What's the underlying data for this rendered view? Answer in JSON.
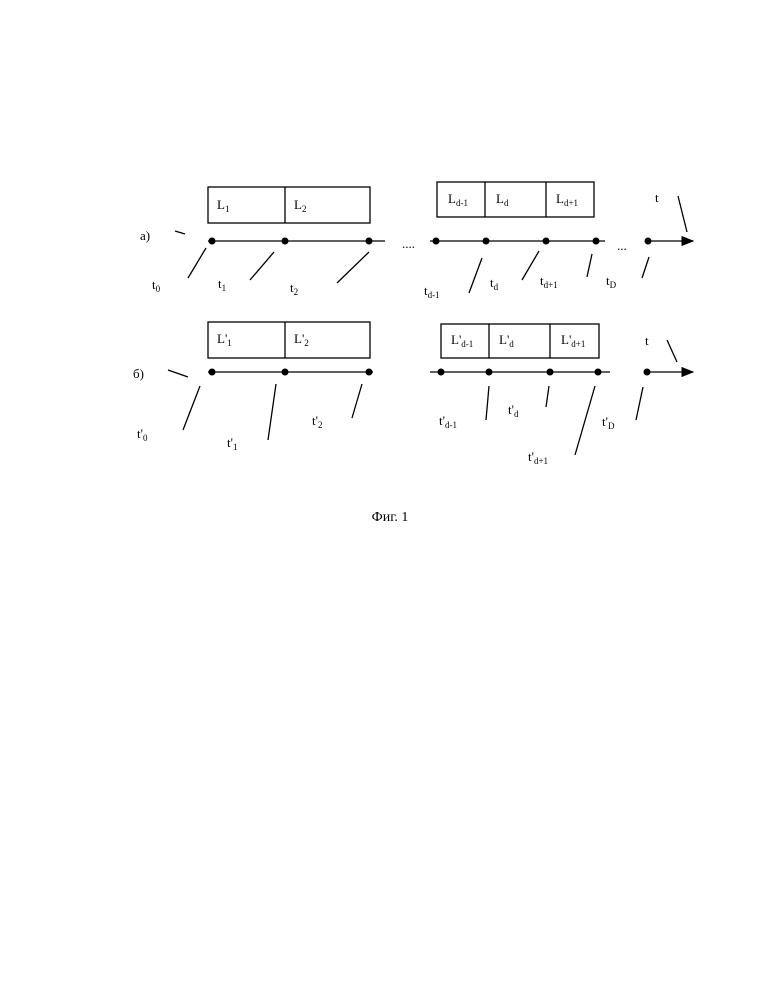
{
  "row_a": {
    "label": "а)",
    "intervals": [
      {
        "base": "L",
        "sub": "1"
      },
      {
        "base": "L",
        "sub": "2"
      },
      {
        "base": "L",
        "sub": "d-1"
      },
      {
        "base": "L",
        "sub": "d"
      },
      {
        "base": "L",
        "sub": "d+1"
      }
    ],
    "points": [
      {
        "base": "t",
        "sub": "0"
      },
      {
        "base": "t",
        "sub": "1"
      },
      {
        "base": "t",
        "sub": "2"
      },
      {
        "base": "t",
        "sub": "d-1"
      },
      {
        "base": "t",
        "sub": "d"
      },
      {
        "base": "t",
        "sub": "d+1"
      },
      {
        "base": "t",
        "sub": "D"
      }
    ],
    "axis_label": "t",
    "ellipsis1": "....",
    "ellipsis2": "..."
  },
  "row_b": {
    "label": "б)",
    "intervals": [
      {
        "base": "L'",
        "sub": "1"
      },
      {
        "base": "L'",
        "sub": "2"
      },
      {
        "base": "L'",
        "sub": "d-1"
      },
      {
        "base": "L'",
        "sub": "d"
      },
      {
        "base": "L'",
        "sub": "d+1"
      }
    ],
    "points": [
      {
        "base": "t'",
        "sub": "0"
      },
      {
        "base": "t'",
        "sub": "1"
      },
      {
        "base": "t'",
        "sub": "2"
      },
      {
        "base": "t'",
        "sub": "d-1"
      },
      {
        "base": "t'",
        "sub": "d"
      },
      {
        "base": "t'",
        "sub": "d+1"
      },
      {
        "base": "t'",
        "sub": "D"
      }
    ],
    "axis_label": "t"
  },
  "caption": "Фиг. 1"
}
